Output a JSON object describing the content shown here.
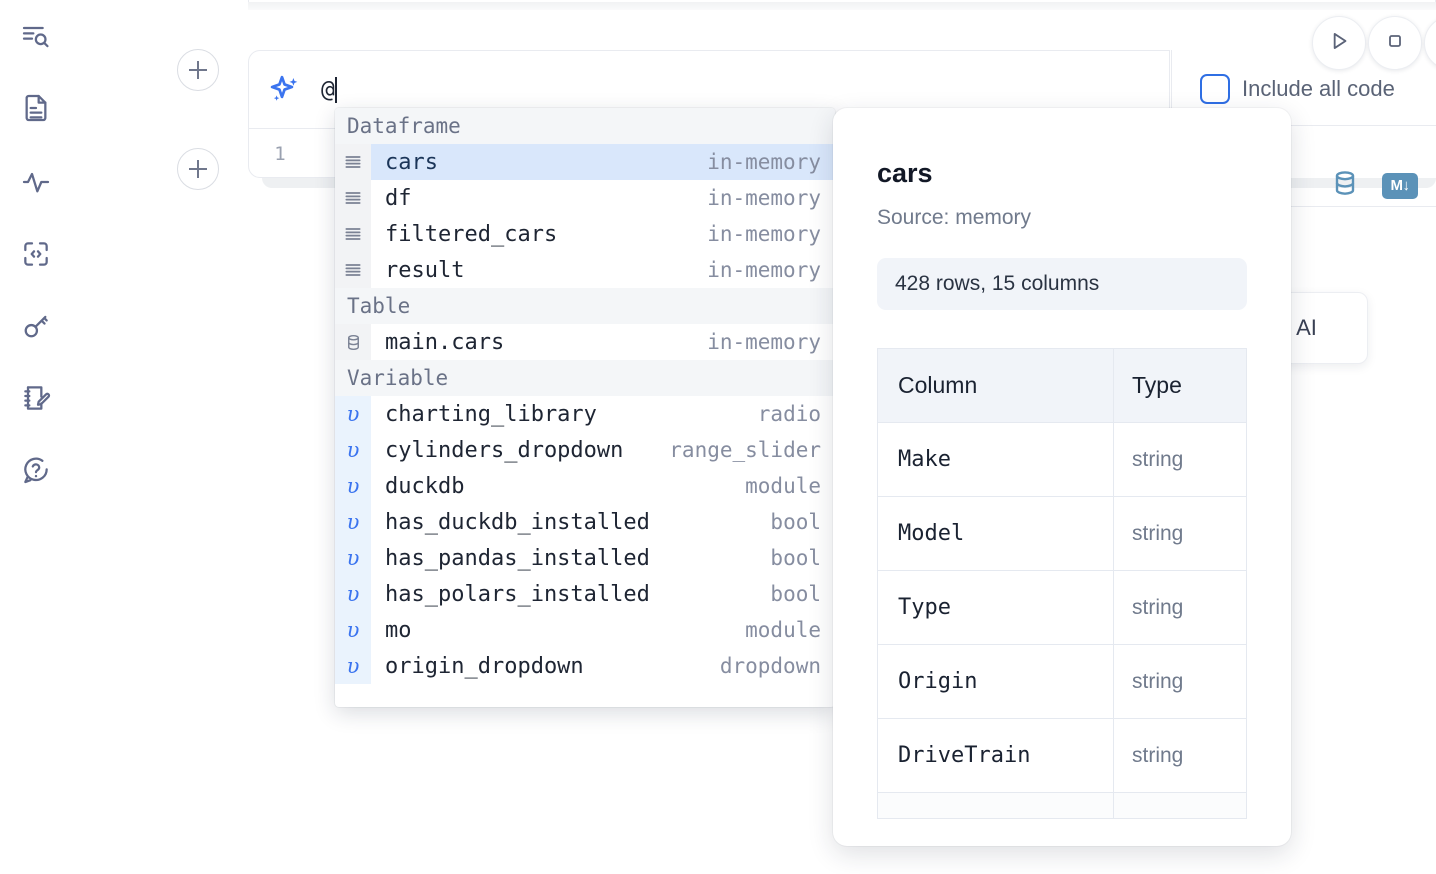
{
  "sidebar": {
    "items": [
      {
        "name": "outline-search-icon",
        "label": "Outline"
      },
      {
        "name": "file-text-icon",
        "label": "Notebook file"
      },
      {
        "name": "activity-pulse-icon",
        "label": "Activity"
      },
      {
        "name": "code-snippet-icon",
        "label": "Snippets"
      },
      {
        "name": "key-icon",
        "label": "Secrets"
      },
      {
        "name": "scratchpad-edit-icon",
        "label": "Scratchpad"
      },
      {
        "name": "help-chat-icon",
        "label": "Help"
      }
    ]
  },
  "cell": {
    "add_cell_label": "+",
    "ai_prompt_value": "@",
    "line_number": "1"
  },
  "toolbar": {
    "run_label": "Run cell",
    "stop_label": "Stop",
    "include_all_code_label": "Include all code",
    "include_all_code_checked": false,
    "database_icon": "database-icon",
    "markdown_icon_label": "M",
    "ai_chip_label": "h AI"
  },
  "autocomplete": {
    "groups": [
      {
        "label": "Dataframe",
        "icon": "dataframe-icon",
        "kind": "dataframe",
        "items": [
          {
            "name": "cars",
            "type": "in-memory",
            "selected": true
          },
          {
            "name": "df",
            "type": "in-memory",
            "selected": false
          },
          {
            "name": "filtered_cars",
            "type": "in-memory",
            "selected": false
          },
          {
            "name": "result",
            "type": "in-memory",
            "selected": false
          }
        ]
      },
      {
        "label": "Table",
        "icon": "database-icon",
        "kind": "table",
        "items": [
          {
            "name": "main.cars",
            "type": "in-memory",
            "selected": false
          }
        ]
      },
      {
        "label": "Variable",
        "icon": "variable-icon",
        "kind": "variable",
        "glyph": "υ",
        "items": [
          {
            "name": "charting_library",
            "type": "radio",
            "selected": false
          },
          {
            "name": "cylinders_dropdown",
            "type": "range_slider",
            "selected": false
          },
          {
            "name": "duckdb",
            "type": "module",
            "selected": false
          },
          {
            "name": "has_duckdb_installed",
            "type": "bool",
            "selected": false
          },
          {
            "name": "has_pandas_installed",
            "type": "bool",
            "selected": false
          },
          {
            "name": "has_polars_installed",
            "type": "bool",
            "selected": false
          },
          {
            "name": "mo",
            "type": "module",
            "selected": false
          },
          {
            "name": "origin_dropdown",
            "type": "dropdown",
            "selected": false
          }
        ]
      }
    ]
  },
  "doc_panel": {
    "title": "cars",
    "source": "Source: memory",
    "shape": "428 rows, 15 columns",
    "columns_header": "Column",
    "type_header": "Type",
    "rows": [
      {
        "column": "Make",
        "type": "string"
      },
      {
        "column": "Model",
        "type": "string"
      },
      {
        "column": "Type",
        "type": "string"
      },
      {
        "column": "Origin",
        "type": "string"
      },
      {
        "column": "DriveTrain",
        "type": "string"
      }
    ]
  },
  "colors": {
    "accent": "#3b74ef",
    "selection": "#d9e7fb",
    "muted_text": "#868da0",
    "panel_bg": "#f1f4f9"
  }
}
